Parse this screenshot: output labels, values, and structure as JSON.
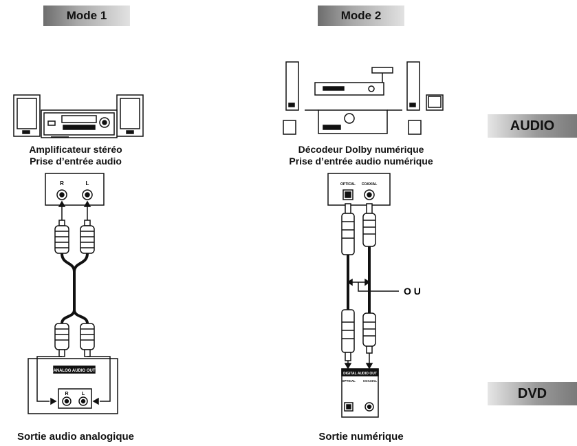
{
  "modes": {
    "mode1": "Mode 1",
    "mode2": "Mode 2"
  },
  "side_tabs": {
    "audio": "AUDIO",
    "dvd": "DVD"
  },
  "mode1": {
    "device_caption_line1": "Amplificateur stéréo",
    "device_caption_line2": "Prise d’entrée audio",
    "jack_r": "R",
    "jack_l": "L",
    "panel_label": "ANALOG AUDIO OUT",
    "panel_r": "R",
    "panel_l": "L",
    "bottom_caption": "Sortie audio analogique"
  },
  "mode2": {
    "device_caption_line1": "Décodeur Dolby numérique",
    "device_caption_line2": "Prise d’entrée audio numérique",
    "jack_optical": "OPTICAL",
    "jack_coaxial": "COAXIAL",
    "panel_label": "DIGITAL AUDIO OUT",
    "panel_optical": "OPTICAL",
    "panel_coaxial": "COAXIAL",
    "or_label": "O U",
    "bottom_caption": "Sortie numérique"
  }
}
